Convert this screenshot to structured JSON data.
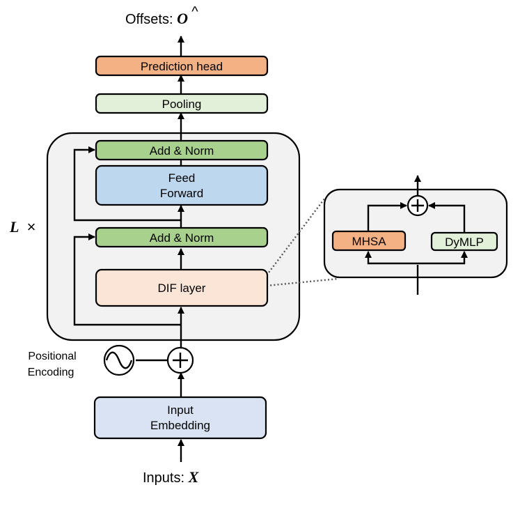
{
  "output": {
    "prefix": "Offsets: ",
    "symbol": "O",
    "hat": "^"
  },
  "input": {
    "prefix": "Inputs: ",
    "symbol": "X"
  },
  "repeat": {
    "symbol": "L",
    "op": "×"
  },
  "blocks": {
    "prediction_head": "Prediction head",
    "pooling": "Pooling",
    "add_norm_top": "Add & Norm",
    "feed_forward": [
      "Feed",
      "Forward"
    ],
    "add_norm_bottom": "Add & Norm",
    "dif_layer": "DIF layer",
    "input_embedding": [
      "Input",
      "Embedding"
    ]
  },
  "positional_encoding": [
    "Positional",
    "Encoding"
  ],
  "detail": {
    "mhsa": "MHSA",
    "dymlp": "DyMLP"
  },
  "colors": {
    "orange": "#f4b183",
    "light_green": "#e2f0d9",
    "green": "#a9d18e",
    "blue": "#bdd7ee",
    "peach": "#fbe5d6",
    "lavender": "#dae3f3",
    "panel": "#f2f2f2"
  }
}
